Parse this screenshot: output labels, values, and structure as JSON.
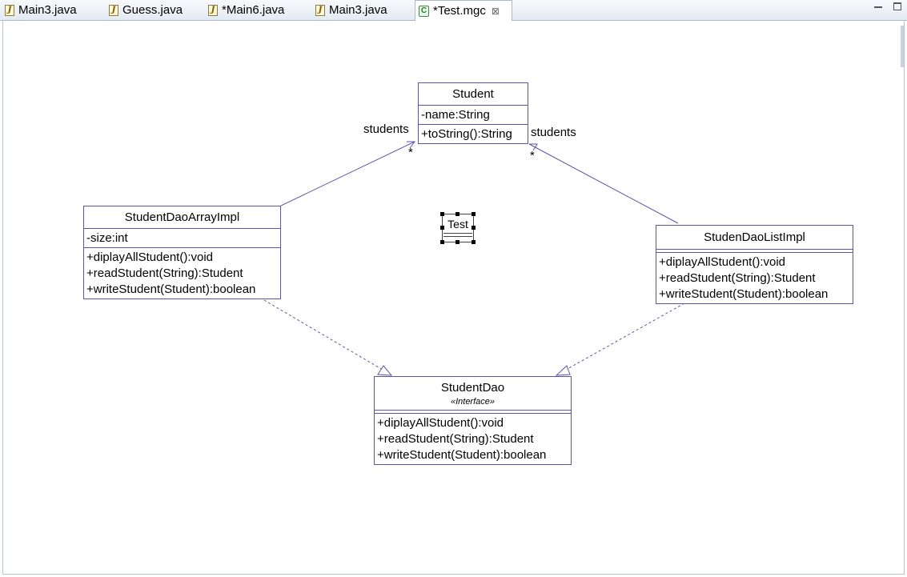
{
  "tabs": [
    {
      "label": "Main3.java",
      "icon": "java-file-icon"
    },
    {
      "label": "Guess.java",
      "icon": "java-file-icon"
    },
    {
      "label": "*Main6.java",
      "icon": "java-file-icon"
    },
    {
      "label": "Main3.java",
      "icon": "java-file-icon"
    },
    {
      "label": "*Test.mgc",
      "icon": "class-diagram-file-icon",
      "active": true
    }
  ],
  "icons": {
    "java": "J",
    "mgc": "C"
  },
  "classes": {
    "student": {
      "name": "Student",
      "attributes": [
        "-name:String"
      ],
      "operations": [
        "+toString():String"
      ]
    },
    "array_impl": {
      "name": "StudentDaoArrayImpl",
      "attributes": [
        "-size:int"
      ],
      "operations": [
        "+diplayAllStudent():void",
        "+readStudent(String):Student",
        "+writeStudent(Student):boolean"
      ]
    },
    "list_impl": {
      "name": "StudenDaoListImpl",
      "attributes": [],
      "operations": [
        "+diplayAllStudent():void",
        "+readStudent(String):Student",
        "+writeStudent(Student):boolean"
      ]
    },
    "dao": {
      "name": "StudentDao",
      "stereotype": "«Interface»",
      "attributes": [],
      "operations": [
        "+diplayAllStudent():void",
        "+readStudent(String):Student",
        "+writeStudent(Student):boolean"
      ]
    }
  },
  "associations": {
    "left": {
      "role": "students",
      "multiplicity": "*"
    },
    "right": {
      "role": "students",
      "multiplicity": "*"
    }
  },
  "note": {
    "text": "Test"
  },
  "colors": {
    "border": "#5a56a6",
    "tab_border": "#a9b8cc"
  }
}
